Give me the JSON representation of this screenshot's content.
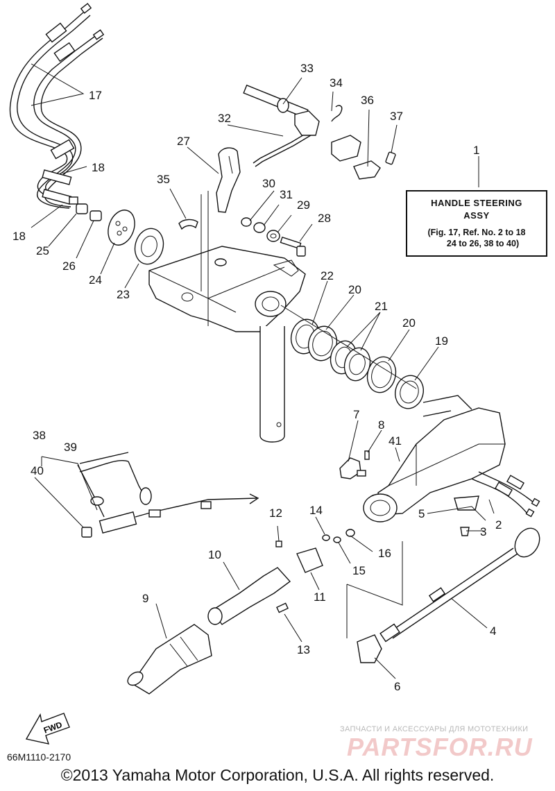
{
  "callouts": [
    "1",
    "2",
    "3",
    "4",
    "5",
    "6",
    "7",
    "8",
    "9",
    "10",
    "11",
    "12",
    "13",
    "14",
    "15",
    "16",
    "17",
    "18",
    "18",
    "19",
    "20",
    "20",
    "21",
    "22",
    "23",
    "24",
    "25",
    "26",
    "27",
    "28",
    "29",
    "30",
    "31",
    "32",
    "33",
    "34",
    "35",
    "36",
    "37",
    "38",
    "39",
    "40",
    "41"
  ],
  "info_box": {
    "line1": "HANDLE STEERING",
    "line2": "ASSY",
    "line3": "(Fig. 17, Ref. No. 2 to 18",
    "line4": "24 to 26, 38 to 40)"
  },
  "fwd_label": "FWD",
  "drawing_code": "66M1110-2170",
  "copyright": "©2013 Yamaha Motor Corporation, U.S.A. All rights reserved.",
  "watermark": {
    "text": "ЗАПЧАСТИ И АКСЕССУАРЫ ДЛЯ МОТОТЕХНИКИ",
    "logo": "PARTSFOR.RU"
  }
}
